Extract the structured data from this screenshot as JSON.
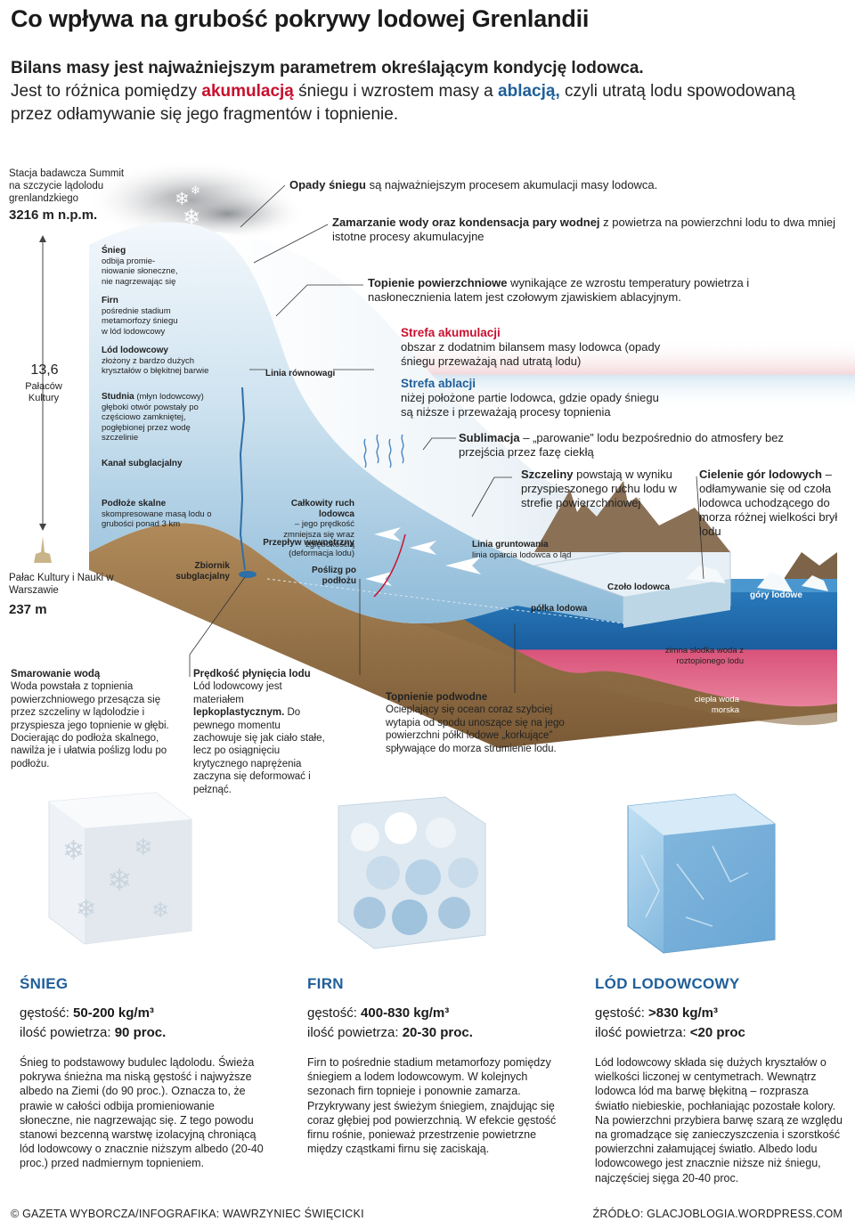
{
  "header": {
    "title": "Co wpływa na grubość pokrywy lodowej Grenlandii",
    "lead_bold": "Bilans masy jest najważniejszym parametrem określającym kondycję lodowca.",
    "lead_1": "Jest to różnica pomiędzy",
    "lead_accum": "akumulacją",
    "lead_2": "śniegu i wzrostem masy a",
    "lead_ablation": "ablacją,",
    "lead_3": "czyli utratą lodu spowodowaną przez odłamywanie się jego fragmentów i topnienie."
  },
  "left_scale": {
    "station": "Stacja badawcza Summit na szczycie lądolodu grenlandzkiego",
    "summit_alt": "3216 m n.p.m.",
    "ratio": "13,6",
    "ratio_unit": "Pałaców Kultury",
    "palace": "Pałac Kultury i Nauki w Warszawie",
    "palace_alt": "237 m"
  },
  "layers": {
    "snow_title": "Śnieg",
    "snow_text": "odbija promie-niowanie słoneczne, nie nagrzewając się",
    "firn_title": "Firn",
    "firn_text": "pośrednie stadium metamorfozy śniegu w lód lodowcowy",
    "ice_title": "Lód lodowcowy",
    "ice_text": "złożony z bardzo dużych kryształów o błękitnej barwie",
    "moulin_title": "Studnia",
    "moulin_text": "(młyn lodowcowy) głęboki otwór powstały po częściowo zamkniętej, pogłębionej przez wodę szczelinie",
    "channel": "Kanał subglacjalny",
    "bedrock_title": "Podłoże skalne",
    "bedrock_text": "skompresowane masą lodu o grubości ponad 3 km",
    "reservoir": "Zbiornik subglacjalny"
  },
  "annotations": {
    "snowfall_bold": "Opady śniegu",
    "snowfall_text": "są najważniejszym procesem akumulacji masy lodowca.",
    "freezing_bold": "Zamarzanie wody oraz kondensacja pary wodnej",
    "freezing_text": "z powietrza na powierzchni lodu to dwa mniej istotne procesy akumulacyjne",
    "melting_bold": "Topienie powierzchniowe",
    "melting_text": "wynikające ze wzrostu temperatury powietrza i nasłonecznienia latem jest czołowym zjawiskiem ablacyjnym.",
    "equilibrium": "Linia równowagi",
    "acc_zone_title": "Strefa akumulacji",
    "acc_zone_text": "obszar z dodatnim bilansem masy lodowca (opady śniegu przeważają nad utratą lodu)",
    "abl_zone_title": "Strefa ablacji",
    "abl_zone_text": "niżej położone partie lodowca, gdzie opady śniegu są niższe i przeważają procesy topnienia",
    "sublimation_bold": "Sublimacja",
    "sublimation_text": "– „parowanie” lodu bezpośrednio do atmosfery bez przejścia przez fazę ciekłą",
    "crevasses_bold": "Szczeliny",
    "crevasses_text": "powstają w wyniku przyspieszonego ruchu lodu w strefie powierzchniowej",
    "calving_bold": "Cielenie gór lodowych",
    "calving_text": "– odłamywanie się od czoła lodowca uchodzącego do morza różnej wielkości brył lodu",
    "total_motion_title": "Całkowity ruch lodowca",
    "total_motion_text": "– jego prędkość zmniejsza się wraz zgłębokością",
    "internal_flow_title": "Przepływ wewnętrzny",
    "internal_flow_text": "(deformacja lodu)",
    "basal_slide": "Poślizg po podłożu",
    "grounding_title": "Linia gruntowania",
    "grounding_text": "linia oparcia lodowca o ląd",
    "glacier_front": "Czoło lodowca",
    "icebergs": "góry lodowe",
    "ice_shelf": "półka lodowa",
    "cold_water": "zimna słodka woda z roztopionego lodu",
    "warm_water": "ciepła woda morska"
  },
  "bottom_notes": {
    "lubrication_bold": "Smarowanie wodą",
    "lubrication_text": "Woda powstała z topnienia powierzchniowego przesącza się przez szczeliny w lądolodzie i przyspiesza jego topnienie w głębi. Docierając do podłoża skalnego, nawilża je i ułatwia poślizg lodu po podłożu.",
    "speed_bold": "Prędkość płynięcia lodu",
    "speed_text_1": "Lód lodowcowy jest materiałem",
    "speed_text_bold": "lepkoplastycznym.",
    "speed_text_2": "Do pewnego momentu zachowuje się jak ciało stałe, lecz po osiągnięciu krytycznego naprężenia zaczyna się deformować i pełznąć.",
    "basal_melt_bold": "Topnienie podwodne",
    "basal_melt_text": "Ocieplający się ocean coraz szybciej wytapia od spodu unoszące się na jego powierzchni półki lodowe „korkujące” spływające do morza strumienie lodu."
  },
  "cards": [
    {
      "title": "ŚNIEG",
      "density_label": "gęstość:",
      "density": "50-200 kg/m³",
      "air_label": "ilość powietrza:",
      "air": "90 proc.",
      "desc": "Śnieg to podstawowy budulec lądolodu. Świeża pokrywa śnieżna ma niską gęstość i najwyższe albedo na Ziemi (do 90 proc.). Oznacza to, że prawie w całości odbija promieniowanie słoneczne, nie nagrzewając się. Z tego powodu stanowi bezcenną warstwę izolacyjną chroniącą lód lodowcowy o znacznie niższym albedo (20-40 proc.) przed nadmiernym topnieniem."
    },
    {
      "title": "FIRN",
      "density_label": "gęstość:",
      "density": "400-830 kg/m³",
      "air_label": "ilość powietrza:",
      "air": "20-30 proc.",
      "desc": "Firn to pośrednie stadium metamorfozy pomiędzy śniegiem a lodem lodowcowym. W kolejnych sezonach firn topnieje i ponownie zamarza. Przykrywany jest świeżym śniegiem, znajdując się coraz głębiej pod powierzchnią. W efekcie gęstość firnu rośnie, ponieważ przestrzenie powietrzne między cząstkami firnu się zaciskają."
    },
    {
      "title": "LÓD LODOWCOWY",
      "density_label": "gęstość:",
      "density": ">830 kg/m³",
      "air_label": "ilość powietrza:",
      "air": "<20 proc",
      "desc": "Lód lodowcowy składa się dużych kryształów o wielkości liczonej w centymetrach. Wewnątrz lodowca lód ma barwę błękitną – rozprasza światło niebieskie, pochłaniając pozostałe kolory. Na powierzchni przybiera barwę szarą ze względu na gromadzące się zanieczyszczenia i szorstkość powierzchni załamującej światło. Albedo lodu lodowcowego jest znacznie niższe niż śniegu, najczęściej sięga 20-40 proc."
    }
  ],
  "footer": {
    "credit": "© GAZETA WYBORCZA/INFOGRAFIKA: WAWRZYNIEC ŚWIĘCICKI",
    "source": "ŹRÓDŁO: GLACJOBLOGIA.WORDPRESS.COM"
  }
}
